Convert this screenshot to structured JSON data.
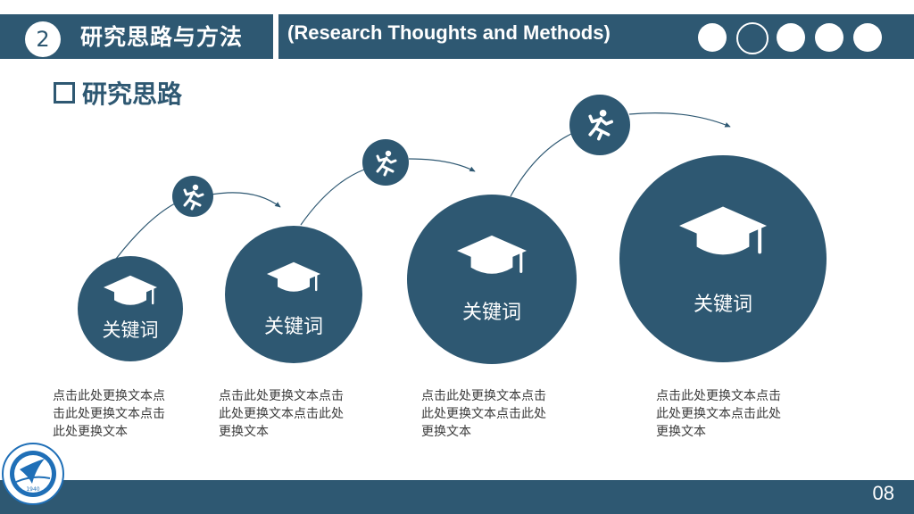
{
  "header": {
    "number": "2",
    "title_cn": "研究思路与方法",
    "title_en": "(Research Thoughts and Methods)"
  },
  "section": {
    "title": "研究思路"
  },
  "steps": [
    {
      "keyword": "关键词",
      "desc_line1": "点击此处更换文本点",
      "desc_line2": "击此处更换文本点击",
      "desc_line3": "此处更换文本"
    },
    {
      "keyword": "关键词",
      "desc_line1": "点击此处更换文本点击",
      "desc_line2": "此处更换文本点击此处",
      "desc_line3": "更换文本"
    },
    {
      "keyword": "关键词",
      "desc_line1": "点击此处更换文本点击",
      "desc_line2": "此处更换文本点击此处",
      "desc_line3": "更换文本"
    },
    {
      "keyword": "关键词",
      "desc_line1": "点击此处更换文本点击",
      "desc_line2": "此处更换文本点击此处",
      "desc_line3": "更换文本"
    }
  ],
  "footer": {
    "page_number": "08",
    "logo_year": "1940"
  },
  "colors": {
    "primary": "#2e5872",
    "background": "#ffffff",
    "text": "#3a3a3a"
  },
  "icons": {
    "step_icon": "graduation-cap-icon",
    "connector_icon": "running-person-icon"
  }
}
